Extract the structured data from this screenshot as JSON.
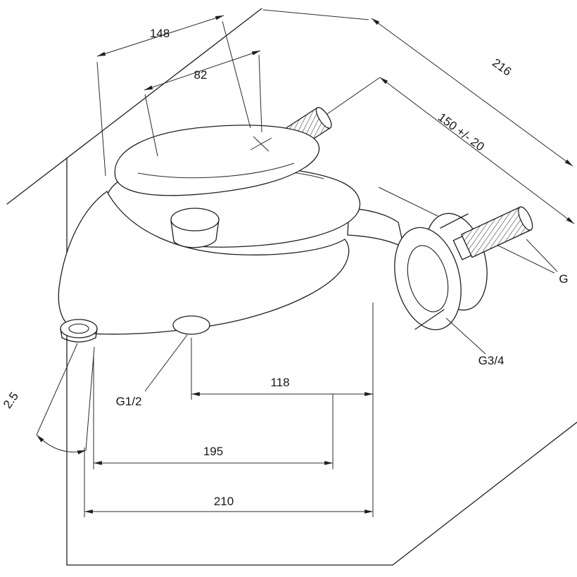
{
  "canvas": {
    "background": "#ffffff",
    "line_color": "#1f1f1f"
  },
  "drawing": {
    "subject": "wall-mounted bath mixer faucet technical drawing",
    "labels": {
      "dim_148": "148",
      "dim_82": "82",
      "dim_216": "216",
      "dim_150": "150 +/- 20",
      "dim_118": "118",
      "dim_195": "195",
      "dim_210": "210",
      "dim_angle": "2.5",
      "thread_g": "G",
      "thread_g34": "G3/4",
      "thread_g12": "G1/2"
    }
  }
}
